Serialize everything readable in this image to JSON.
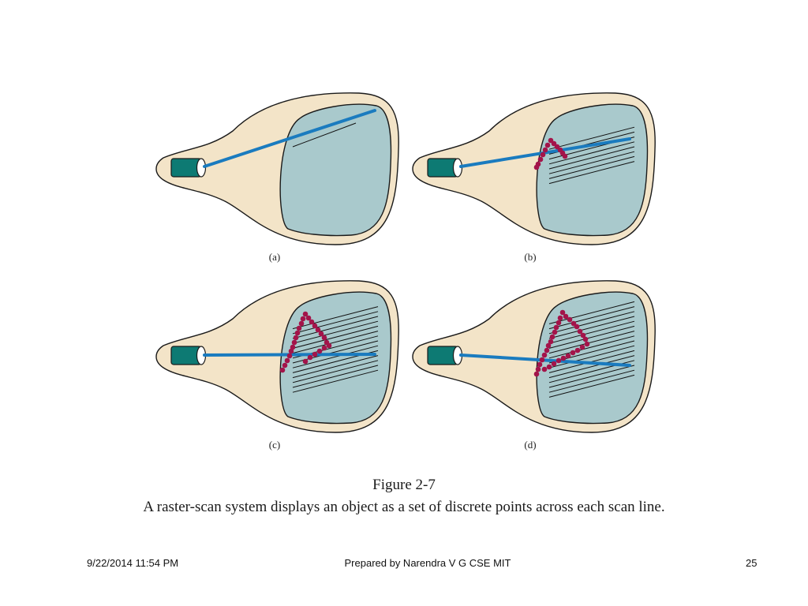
{
  "figure": {
    "panels": [
      {
        "id": "a",
        "label": "(a)",
        "scanlines": 1,
        "dots": []
      },
      {
        "id": "b",
        "label": "(b)",
        "scanlines": 8,
        "dots": [
          [
            178,
            68
          ],
          [
            182,
            72
          ],
          [
            174,
            74
          ],
          [
            186,
            76
          ],
          [
            171,
            80
          ],
          [
            190,
            80
          ],
          [
            193,
            84
          ],
          [
            168,
            86
          ],
          [
            196,
            88
          ],
          [
            165,
            92
          ],
          [
            162,
            98
          ],
          [
            160,
            102
          ]
        ]
      },
      {
        "id": "c",
        "label": "(c)",
        "scanlines": 14,
        "dots": [
          [
            252,
            50
          ],
          [
            256,
            55
          ],
          [
            249,
            56
          ],
          [
            260,
            60
          ],
          [
            247,
            62
          ],
          [
            264,
            65
          ],
          [
            244,
            68
          ],
          [
            268,
            70
          ],
          [
            242,
            74
          ],
          [
            272,
            75
          ],
          [
            240,
            80
          ],
          [
            276,
            80
          ],
          [
            279,
            86
          ],
          [
            238,
            86
          ],
          [
            282,
            90
          ],
          [
            236,
            92
          ],
          [
            276,
            93
          ],
          [
            234,
            97
          ],
          [
            270,
            97
          ],
          [
            264,
            101
          ],
          [
            232,
            103
          ],
          [
            258,
            105
          ],
          [
            229,
            109
          ],
          [
            252,
            110
          ],
          [
            226,
            115
          ],
          [
            223,
            121
          ]
        ]
      },
      {
        "id": "d",
        "label": "(d)",
        "scanlines": 16,
        "dots": [
          [
            577,
            48
          ],
          [
            581,
            53
          ],
          [
            574,
            55
          ],
          [
            586,
            57
          ],
          [
            572,
            61
          ],
          [
            591,
            62
          ],
          [
            595,
            66
          ],
          [
            569,
            67
          ],
          [
            599,
            72
          ],
          [
            567,
            73
          ],
          [
            603,
            77
          ],
          [
            564,
            79
          ],
          [
            606,
            82
          ],
          [
            562,
            85
          ],
          [
            608,
            88
          ],
          [
            559,
            90
          ],
          [
            602,
            92
          ],
          [
            557,
            96
          ],
          [
            596,
            96
          ],
          [
            590,
            99
          ],
          [
            554,
            102
          ],
          [
            584,
            103
          ],
          [
            551,
            108
          ],
          [
            578,
            106
          ],
          [
            572,
            109
          ],
          [
            548,
            114
          ],
          [
            566,
            113
          ],
          [
            560,
            117
          ],
          [
            554,
            120
          ],
          [
            546,
            120
          ],
          [
            544,
            126
          ]
        ]
      }
    ],
    "title": "Figure 2-7",
    "caption": "A raster-scan system displays an object as a set of discrete points across each scan line."
  },
  "colors": {
    "tube_body": "#f3e4c8",
    "tube_outline": "#1a1a1a",
    "screen": "#a9c9cc",
    "gun": "#0d7a73",
    "beam": "#1a7bbf",
    "dot": "#a3144a",
    "scanline": "#111111"
  },
  "footer": {
    "date": "9/22/2014 11:54 PM",
    "author": "Prepared by Narendra V G CSE MIT",
    "page": "25"
  }
}
